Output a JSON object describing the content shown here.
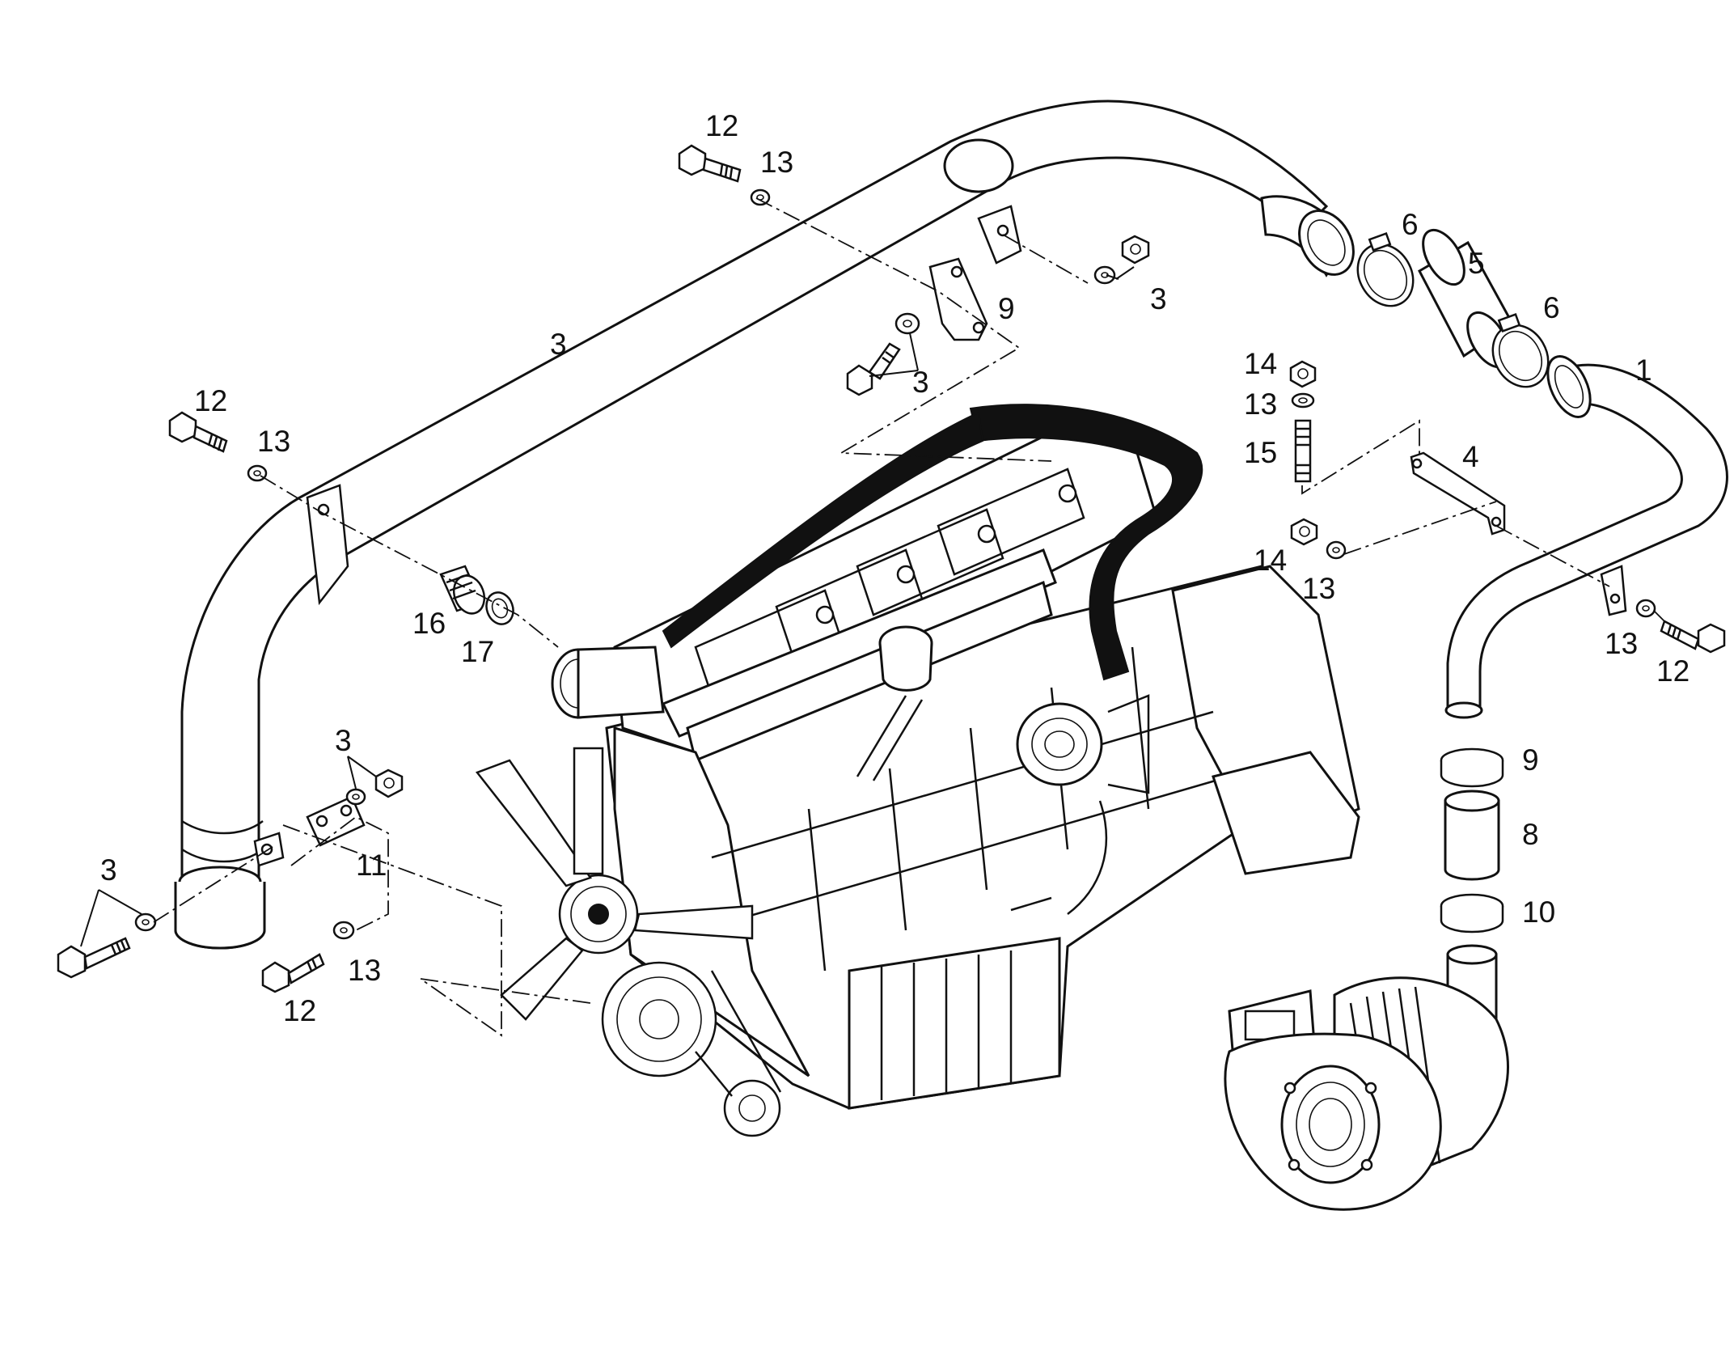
{
  "diagram": {
    "callouts": [
      {
        "id": "pipe-upper-1",
        "text": "1"
      },
      {
        "id": "bracket-4",
        "text": "4"
      },
      {
        "id": "sleeve-5",
        "text": "5"
      },
      {
        "id": "clamp-6a",
        "text": "6"
      },
      {
        "id": "clamp-6b",
        "text": "6"
      },
      {
        "id": "sleeve-8",
        "text": "8"
      },
      {
        "id": "clamp-9a",
        "text": "9"
      },
      {
        "id": "clamp-9b",
        "text": "9"
      },
      {
        "id": "bracket-10",
        "text": "10"
      },
      {
        "id": "plate-11",
        "text": "11"
      },
      {
        "id": "bolt-12a",
        "text": "12"
      },
      {
        "id": "bolt-12b",
        "text": "12"
      },
      {
        "id": "bolt-12c",
        "text": "12"
      },
      {
        "id": "bolt-12d",
        "text": "12"
      },
      {
        "id": "washer-13a",
        "text": "13"
      },
      {
        "id": "washer-13b",
        "text": "13"
      },
      {
        "id": "washer-13c",
        "text": "13"
      },
      {
        "id": "washer-13d",
        "text": "13"
      },
      {
        "id": "washer-13e",
        "text": "13"
      },
      {
        "id": "washer-13f",
        "text": "13"
      },
      {
        "id": "nut-14a",
        "text": "14"
      },
      {
        "id": "nut-14b",
        "text": "14"
      },
      {
        "id": "stud-15",
        "text": "15"
      },
      {
        "id": "plug-16",
        "text": "16"
      },
      {
        "id": "seal-17",
        "text": "17"
      },
      {
        "id": "pipe-3-main",
        "text": "3"
      },
      {
        "id": "fastener-3a",
        "text": "3"
      },
      {
        "id": "fastener-3b",
        "text": "3"
      },
      {
        "id": "fastener-3c",
        "text": "3"
      },
      {
        "id": "fastener-3d",
        "text": "3"
      }
    ]
  }
}
